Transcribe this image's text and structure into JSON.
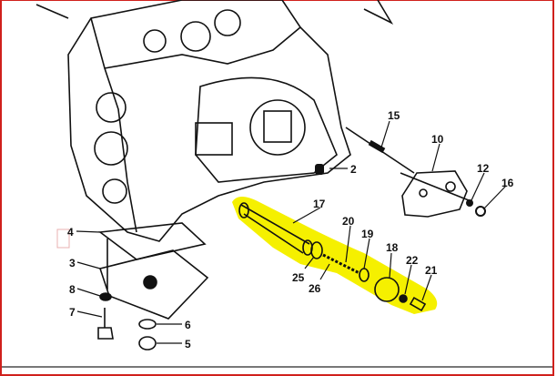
{
  "diagram": {
    "highlight_color": "#f5f000",
    "frame_color": "#d0201c",
    "labels": {
      "p15": "15",
      "p10": "10",
      "p2": "2",
      "p12": "12",
      "p16": "16",
      "p17": "17",
      "p20": "20",
      "p19": "19",
      "p18": "18",
      "p22": "22",
      "p21": "21",
      "p25": "25",
      "p26": "26",
      "p4": "4",
      "p3": "3",
      "p8": "8",
      "p7": "7",
      "p6": "6",
      "p5": "5"
    }
  }
}
